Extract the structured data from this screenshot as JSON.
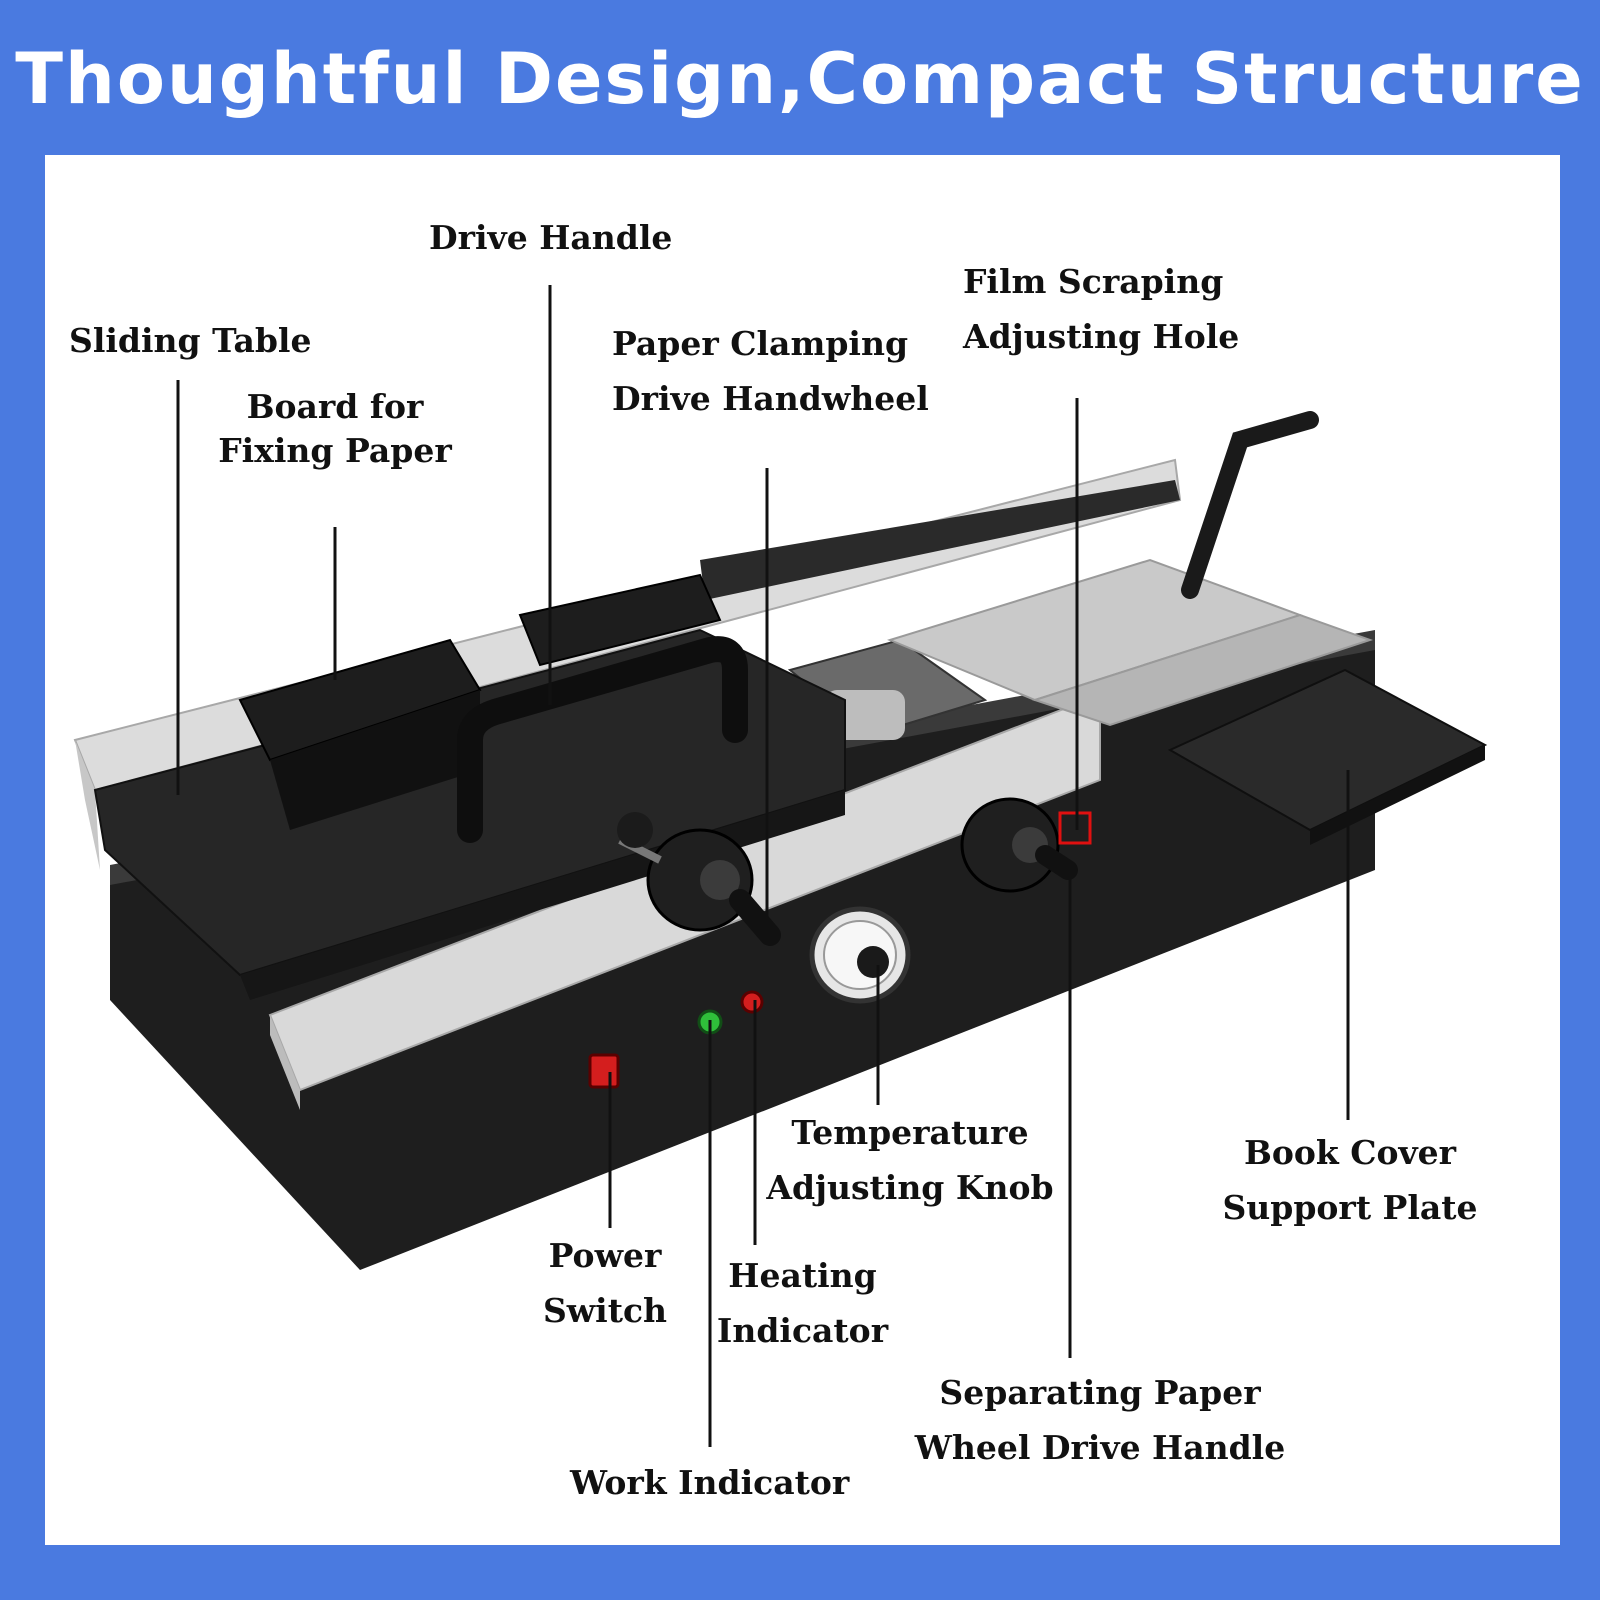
{
  "title": "Thoughtful Design,Compact Structure",
  "colors": {
    "background": "#4a7ae0",
    "panel": "#ffffff",
    "machine_body": "#1e1e1e",
    "machine_silver": "#d9d9d9",
    "power_switch": "#d41e1e",
    "work_indicator": "#2fbf3a",
    "heating_indicator": "#d41e1e",
    "highlight_box": "#e01010"
  },
  "labels": {
    "drive_handle": "Drive Handle",
    "sliding_table": "Sliding Table",
    "board_fixing_paper": [
      "Board for",
      "Fixing Paper"
    ],
    "paper_clamping": [
      "Paper Clamping",
      "Drive Handwheel"
    ],
    "film_scraping": [
      "Film Scraping",
      "Adjusting Hole"
    ],
    "temperature_knob": [
      "Temperature",
      "Adjusting Knob"
    ],
    "book_cover": [
      "Book Cover",
      "Support Plate"
    ],
    "power_switch": [
      "Power",
      "Switch"
    ],
    "heating_indicator": [
      "Heating",
      "Indicator"
    ],
    "separating_paper": [
      "Separating Paper",
      "Wheel Drive Handle"
    ],
    "work_indicator": "Work Indicator"
  }
}
